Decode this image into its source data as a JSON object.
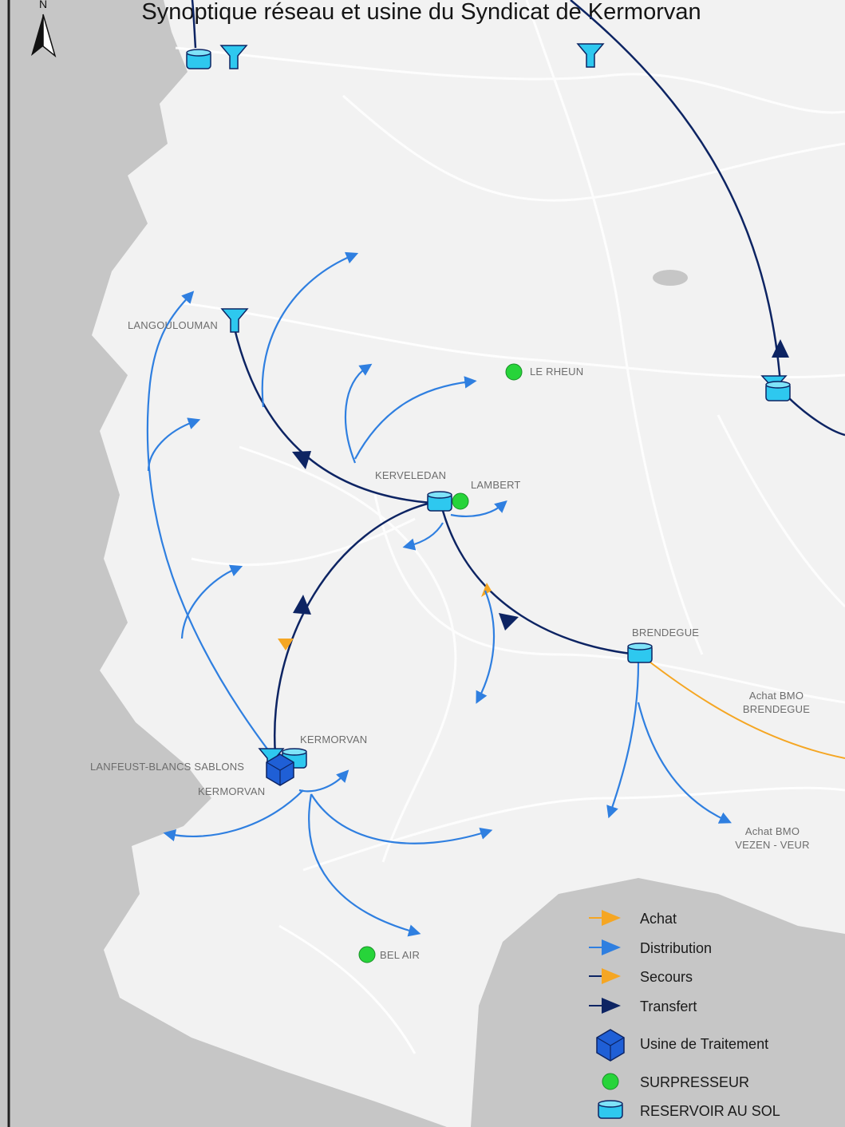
{
  "title": "Synoptique réseau et usine du Syndicat de Kermorvan",
  "north_label": "N",
  "colors": {
    "achat": "#f5a623",
    "distribution": "#2f7fe0",
    "transfert": "#0d2463",
    "surpresseur": "#27d43a",
    "reservoir": "#2ec8ef",
    "usine": "#1f5fd6",
    "land": "#f2f2f2",
    "sea": "#c6c6c6",
    "roads": "#ffffff"
  },
  "places": {
    "langoulouman": "LANGOULOUMAN",
    "le_rheun": "LE RHEUN",
    "kerveledan": "KERVELEDAN",
    "lambert": "LAMBERT",
    "brendegue": "BRENDEGUE",
    "achat_bmo_brendegue_1": "Achat BMO",
    "achat_bmo_brendegue_2": "BRENDEGUE",
    "kermorvan_top": "KERMORVAN",
    "lanfeust": "LANFEUST-BLANCS SABLONS",
    "kermorvan_bottom": "KERMORVAN",
    "achat_bmo_vezen_1": "Achat BMO",
    "achat_bmo_vezen_2": "VEZEN - VEUR",
    "bel_air": "BEL AIR"
  },
  "legend": {
    "items": [
      {
        "label": "Achat",
        "symbol": "achat"
      },
      {
        "label": "Distribution",
        "symbol": "distribution"
      },
      {
        "label": "Secours",
        "symbol": "secours"
      },
      {
        "label": "Transfert",
        "symbol": "transfert"
      },
      {
        "label": "Usine de Traitement",
        "symbol": "usine"
      },
      {
        "label": "SURPRESSEUR",
        "symbol": "surpresseur"
      },
      {
        "label": "RESERVOIR AU SOL",
        "symbol": "reservoir"
      }
    ]
  }
}
